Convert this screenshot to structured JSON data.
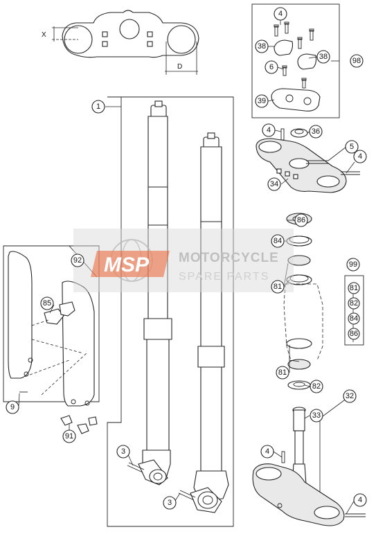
{
  "dimension_labels": {
    "x": "X",
    "d": "D"
  },
  "callouts": {
    "c1": "1",
    "c3a": "3",
    "c3b": "3",
    "c4_kit": "4",
    "c4_clamp_top": "4",
    "c4_right_top": "4",
    "c4_bottom": "4",
    "c4_bottom_right": "4",
    "c5": "5",
    "c6": "6",
    "c9": "9",
    "c32": "32",
    "c33": "33",
    "c34": "34",
    "c36": "36",
    "c38a": "38",
    "c38b": "38",
    "c39": "39",
    "c81a": "81",
    "c81b": "81",
    "c82": "82",
    "c84": "84",
    "c85": "85",
    "c86": "86",
    "c91": "91",
    "c92": "92",
    "c98": "98",
    "c99": "99",
    "kit_99_items": [
      "81",
      "82",
      "84",
      "86"
    ]
  },
  "watermark": {
    "logo": "MSP",
    "title": "MOTORCYCLE",
    "subtitle": "SPARE PARTS"
  },
  "colors": {
    "watermark_logo": "#e8734a",
    "watermark_band": "#d9d9d9",
    "line": "#222222"
  }
}
